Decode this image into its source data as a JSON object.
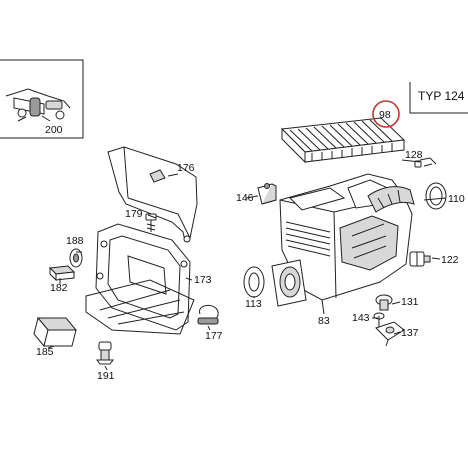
{
  "header": {
    "model_label": "TYP 124"
  },
  "highlight": {
    "part": "98",
    "color": "#c0392b"
  },
  "parts": [
    {
      "id": "p98",
      "label": "98"
    },
    {
      "id": "p200",
      "label": "200"
    },
    {
      "id": "p176",
      "label": "176"
    },
    {
      "id": "p128",
      "label": "128"
    },
    {
      "id": "p146",
      "label": "146"
    },
    {
      "id": "p110",
      "label": "110"
    },
    {
      "id": "p179",
      "label": "179"
    },
    {
      "id": "p188",
      "label": "188"
    },
    {
      "id": "p122",
      "label": "122"
    },
    {
      "id": "p173",
      "label": "173"
    },
    {
      "id": "p182",
      "label": "182"
    },
    {
      "id": "p131",
      "label": "131"
    },
    {
      "id": "p113",
      "label": "113"
    },
    {
      "id": "p143",
      "label": "143"
    },
    {
      "id": "p83",
      "label": "83"
    },
    {
      "id": "p137",
      "label": "137"
    },
    {
      "id": "p177",
      "label": "177"
    },
    {
      "id": "p185",
      "label": "185"
    },
    {
      "id": "p191",
      "label": "191"
    }
  ]
}
